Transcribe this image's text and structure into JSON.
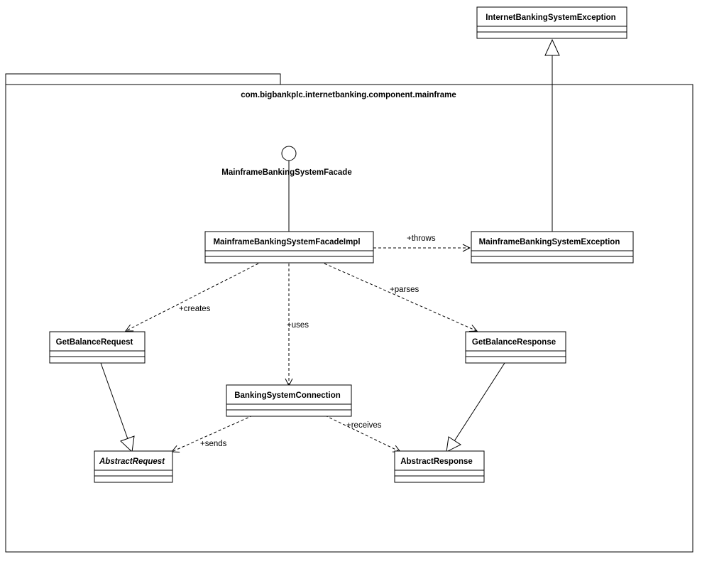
{
  "package": {
    "name": "com.bigbankplc.internetbanking.component.mainframe"
  },
  "interface": {
    "name": "MainframeBankingSystemFacade"
  },
  "classes": {
    "internet_exception": {
      "name": "InternetBankingSystemException"
    },
    "facade_impl": {
      "name": "MainframeBankingSystemFacadeImpl"
    },
    "mainframe_exception": {
      "name": "MainframeBankingSystemException"
    },
    "get_balance_request": {
      "name": "GetBalanceRequest"
    },
    "get_balance_response": {
      "name": "GetBalanceResponse"
    },
    "connection": {
      "name": "BankingSystemConnection"
    },
    "abstract_request": {
      "name": "AbstractRequest",
      "abstract": true
    },
    "abstract_response": {
      "name": "AbstractResponse"
    }
  },
  "relations": {
    "throws": "+throws",
    "creates": "+creates",
    "uses": "+uses",
    "parses": "+parses",
    "sends": "+sends",
    "receives": "+receives"
  }
}
